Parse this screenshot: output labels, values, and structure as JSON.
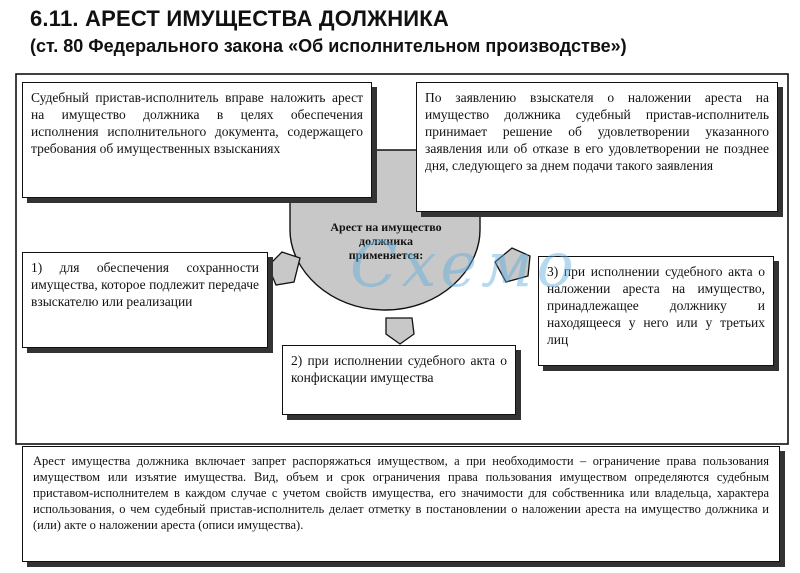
{
  "header": {
    "title": "6.11. АРЕСТ ИМУЩЕСТВА ДОЛЖНИКА",
    "subtitle": "(ст. 80 Федерального закона «Об исполнительном производстве»)"
  },
  "boxes": {
    "top_left": "Судебный пристав-исполнитель вправе наложить арест на имущество должника в целях обеспечения исполнения исполнительного документа, содержащего требования об имущественных взысканиях",
    "top_right": "По заявлению взыскателя о наложении ареста на имущество должника судебный пристав-исполнитель принимает решение об удовлетворении указанного заявления или об отказе в его удовлетворении не позднее дня, следующего за днем подачи такого заявления",
    "center": "Арест на имущество должника применяется:",
    "case_1": "1) для обеспечения сохранности имущества, которое подлежит передаче взыскателю или реализации",
    "case_2": "2) при исполнении судебного акта о конфискации имущества",
    "case_3": "3) при исполнении судебного акта о наложении ареста на имущество, принадлежащее должнику и находящееся у него или у третьих лиц",
    "bottom": "Арест имущества должника включает запрет распоряжаться имуществом, а при необходимости – ограничение права пользования имуществом или изъятие имущества. Вид, объем и срок ограничения права пользования имуществом определяются судебным приставом-исполнителем в каждом случае с учетом свойств имущества, его значимости для собственника или владельца, характера использования, о чем судебный пристав-исполнитель делает отметку в постановлении о наложении ареста на имущество должника и (или) акте о наложении ареста (описи имущества)."
  },
  "watermark": "Схемо",
  "colors": {
    "ellipse": "#c8c8c8",
    "watermark": "#5aaadc"
  }
}
